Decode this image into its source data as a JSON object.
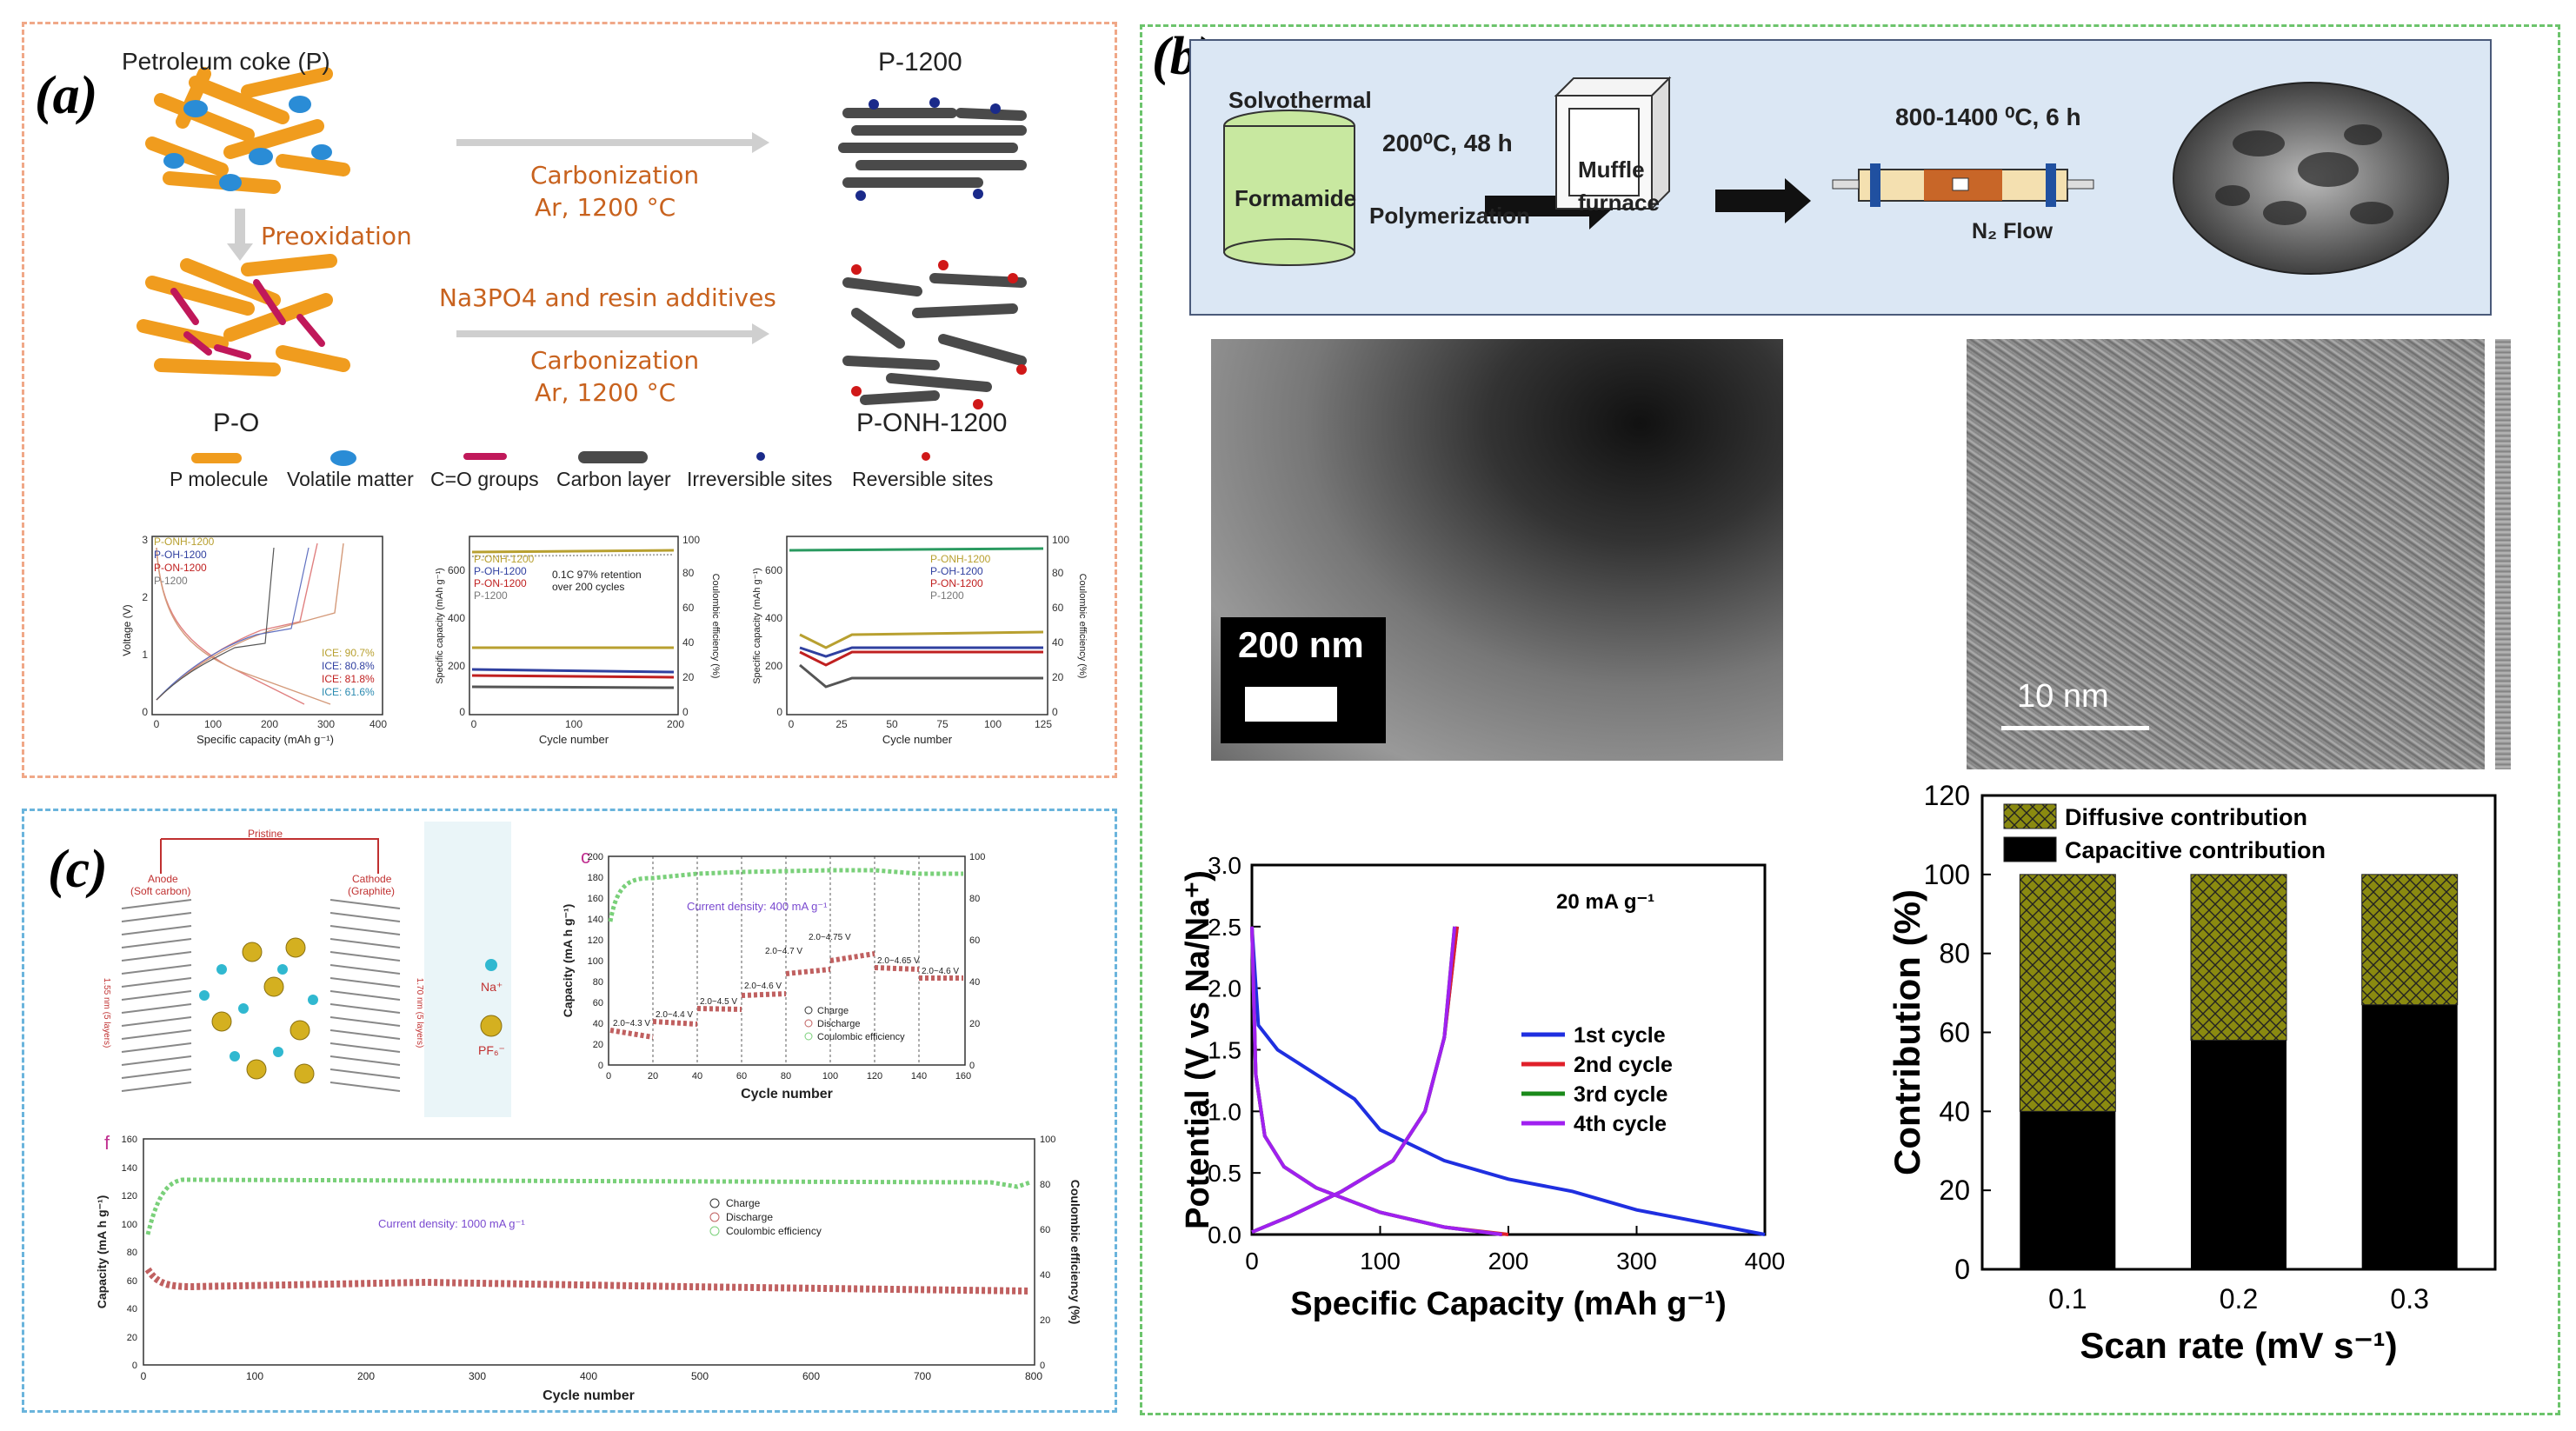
{
  "panel_a": {
    "label": "(a)",
    "petroleum_coke": "Petroleum coke (P)",
    "p1200": "P-1200",
    "carbonization1": "Carbonization",
    "ar1": "Ar, 1200 °C",
    "preoxidation": "Preoxidation",
    "additives": "Na3PO4 and resin additives",
    "carbonization2": "Carbonization",
    "ar2": "Ar, 1200 °C",
    "po": "P-O",
    "ponh1200": "P-ONH-1200",
    "legend": [
      "P molecule",
      "Volatile matter",
      "C=O groups",
      "Carbon layer",
      "Irreversible sites",
      "Reversible sites"
    ],
    "legend_colors": [
      "#f09c1e",
      "#2a8cd6",
      "#c0185a",
      "#4a4a4a",
      "#1a2a8a",
      "#d01818"
    ],
    "chart1": {
      "ylabel": "Voltage (V)",
      "xlabel": "Specific capacity (mAh g⁻¹)",
      "series": [
        "P-ONH-1200",
        "P-OH-1200",
        "P-ON-1200",
        "P-1200"
      ],
      "ice": [
        "ICE: 90.7%",
        "ICE: 80.8%",
        "ICE: 81.8%",
        "ICE: 61.6%"
      ],
      "xticks": [
        "0",
        "100",
        "200",
        "300",
        "400"
      ],
      "yticks": [
        "0",
        "1",
        "2",
        "3"
      ]
    },
    "chart2": {
      "ylabel": "Specific capacity (mAh g⁻¹)",
      "y2label": "Coulombic efficiency (%)",
      "xlabel": "Cycle number",
      "series": [
        "P-ONH-1200",
        "P-OH-1200",
        "P-ON-1200",
        "P-1200"
      ],
      "annot": "0.1C 97% retention",
      "annot2": "over 200 cycles",
      "xticks": [
        "0",
        "100",
        "200"
      ],
      "yticks": [
        "0",
        "200",
        "400",
        "600"
      ],
      "y2ticks": [
        "0",
        "20",
        "40",
        "60",
        "80",
        "100"
      ]
    },
    "chart3": {
      "ylabel": "Specific capacity (mAh g⁻¹)",
      "y2label": "Coulombic efficiency (%)",
      "xlabel": "Cycle number",
      "series": [
        "P-ONH-1200",
        "P-OH-1200",
        "P-ON-1200",
        "P-1200"
      ],
      "xticks": [
        "0",
        "25",
        "50",
        "75",
        "100",
        "125"
      ],
      "yticks": [
        "0",
        "200",
        "400",
        "600"
      ],
      "y2ticks": [
        "0",
        "20",
        "40",
        "60",
        "80",
        "100"
      ]
    }
  },
  "panel_b": {
    "label": "(b)",
    "solvothermal": "Solvothermal",
    "formamide": "Formamide",
    "temp1": "200⁰C, 48 h",
    "polymerization": "Polymerization",
    "muffle": "Muffle",
    "furnace": "furnace",
    "temp2": "800-1400 ⁰C, 6 h",
    "n2flow": "N₂ Flow",
    "scale1": "200 nm",
    "scale2": "10 nm",
    "chart_data": [
      {
        "type": "line",
        "title": "20 mA g⁻¹",
        "xlabel": "Specific Capacity (mAh g⁻¹)",
        "ylabel": "Potential (V vs Na/Na⁺)",
        "xlim": [
          0,
          400
        ],
        "ylim": [
          0,
          3.0
        ],
        "xticks": [
          "0",
          "100",
          "200",
          "300",
          "400"
        ],
        "yticks": [
          "0.0",
          "0.5",
          "1.0",
          "1.5",
          "2.0",
          "2.5",
          "3.0"
        ],
        "legend_position": "center-right",
        "series": [
          {
            "name": "1st cycle",
            "color": "#1f2fe0",
            "discharge": [
              [
                0,
                2.5
              ],
              [
                5,
                1.7
              ],
              [
                20,
                1.5
              ],
              [
                50,
                1.3
              ],
              [
                80,
                1.1
              ],
              [
                100,
                0.85
              ],
              [
                150,
                0.6
              ],
              [
                200,
                0.45
              ],
              [
                250,
                0.35
              ],
              [
                300,
                0.2
              ],
              [
                350,
                0.1
              ],
              [
                400,
                0.0
              ]
            ],
            "charge": [
              [
                0,
                0.02
              ],
              [
                30,
                0.15
              ],
              [
                70,
                0.35
              ],
              [
                110,
                0.6
              ],
              [
                135,
                1.0
              ],
              [
                150,
                1.6
              ],
              [
                160,
                2.5
              ]
            ]
          },
          {
            "name": "2nd cycle",
            "color": "#e0202a",
            "discharge": [
              [
                0,
                2.5
              ],
              [
                3,
                1.3
              ],
              [
                10,
                0.8
              ],
              [
                25,
                0.55
              ],
              [
                50,
                0.38
              ],
              [
                100,
                0.18
              ],
              [
                150,
                0.06
              ],
              [
                200,
                0.0
              ]
            ],
            "charge": [
              [
                0,
                0.02
              ],
              [
                30,
                0.15
              ],
              [
                70,
                0.35
              ],
              [
                110,
                0.6
              ],
              [
                135,
                1.0
              ],
              [
                150,
                1.6
              ],
              [
                160,
                2.5
              ]
            ]
          },
          {
            "name": "3rd cycle",
            "color": "#1a8a1a",
            "discharge": [
              [
                0,
                2.5
              ],
              [
                3,
                1.3
              ],
              [
                10,
                0.8
              ],
              [
                25,
                0.55
              ],
              [
                50,
                0.38
              ],
              [
                100,
                0.18
              ],
              [
                150,
                0.06
              ],
              [
                195,
                0.0
              ]
            ],
            "charge": [
              [
                0,
                0.02
              ],
              [
                30,
                0.15
              ],
              [
                70,
                0.35
              ],
              [
                110,
                0.6
              ],
              [
                135,
                1.0
              ],
              [
                150,
                1.6
              ],
              [
                158,
                2.5
              ]
            ]
          },
          {
            "name": "4th cycle",
            "color": "#a020f0",
            "discharge": [
              [
                0,
                2.5
              ],
              [
                3,
                1.3
              ],
              [
                10,
                0.8
              ],
              [
                25,
                0.55
              ],
              [
                50,
                0.38
              ],
              [
                100,
                0.18
              ],
              [
                150,
                0.06
              ],
              [
                195,
                0.0
              ]
            ],
            "charge": [
              [
                0,
                0.02
              ],
              [
                30,
                0.15
              ],
              [
                70,
                0.35
              ],
              [
                110,
                0.6
              ],
              [
                135,
                1.0
              ],
              [
                150,
                1.6
              ],
              [
                158,
                2.5
              ]
            ]
          }
        ]
      },
      {
        "type": "bar",
        "xlabel": "Scan rate (mV s⁻¹)",
        "ylabel": "Contribution (%)",
        "categories": [
          "0.1",
          "0.2",
          "0.3"
        ],
        "ylim": [
          0,
          120
        ],
        "yticks": [
          "0",
          "20",
          "40",
          "60",
          "80",
          "100",
          "120"
        ],
        "legend_position": "top",
        "series": [
          {
            "name": "Capacitive contribution",
            "color": "#000000",
            "values": [
              40,
              58,
              67
            ]
          },
          {
            "name": "Diffusive contribution",
            "color": "#8a8a10",
            "values": [
              60,
              42,
              33
            ]
          }
        ]
      }
    ]
  },
  "panel_c": {
    "label": "(c)",
    "pristine": "Pristine",
    "anode": "Anode",
    "anode2": "(Soft carbon)",
    "cathode": "Cathode",
    "cathode2": "(Graphite)",
    "na": "Na⁺",
    "pf6": "PF₆⁻",
    "anode_spacing": "1.55 nm (5 layers)",
    "cathode_spacing": "1.70 nm (5 layers)",
    "chart_upper": {
      "letter": "c",
      "ylabel": "Capacity (mA h g⁻¹)",
      "xlabel": "Cycle number",
      "current": "Current density: 400 mA g⁻¹",
      "windows": [
        "2.0~4.3 V",
        "2.0~4.4 V",
        "2.0~4.5 V",
        "2.0~4.6 V",
        "2.0~4.7 V",
        "2.0~4.75 V",
        "2.0~4.65 V",
        "2.0~4.6 V"
      ],
      "legend": [
        "Charge",
        "Discharge",
        "Coulombic efficiency"
      ],
      "xticks": [
        "0",
        "20",
        "40",
        "60",
        "80",
        "100",
        "120",
        "140",
        "160"
      ],
      "yticks": [
        "0",
        "20",
        "40",
        "60",
        "80",
        "100",
        "120",
        "140",
        "160",
        "180",
        "200"
      ],
      "y2ticks": [
        "0",
        "20",
        "40",
        "60",
        "80",
        "100"
      ]
    },
    "chart_lower": {
      "letter": "f",
      "ylabel": "Capacity (mA h g⁻¹)",
      "y2label": "Coulombic efficiency (%)",
      "xlabel": "Cycle number",
      "current": "Current density: 1000 mA g⁻¹",
      "legend": [
        "Charge",
        "Discharge",
        "Coulombic efficiency"
      ],
      "xticks": [
        "0",
        "100",
        "200",
        "300",
        "400",
        "500",
        "600",
        "700",
        "800"
      ],
      "yticks": [
        "0",
        "20",
        "40",
        "60",
        "80",
        "100",
        "120",
        "140",
        "160"
      ],
      "y2ticks": [
        "0",
        "20",
        "40",
        "60",
        "80",
        "100"
      ]
    }
  }
}
